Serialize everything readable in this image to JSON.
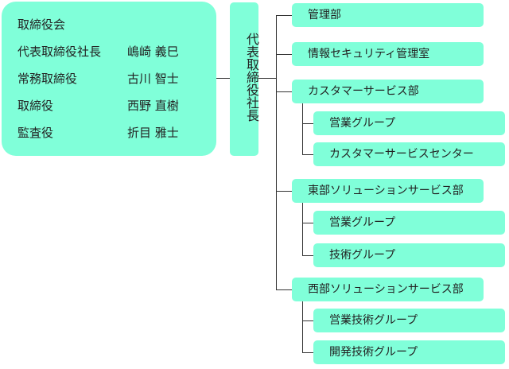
{
  "board": {
    "title": "取締役会",
    "members": [
      {
        "role": "代表取締役社長",
        "name": "嶋崎 義巳"
      },
      {
        "role": "常務取締役",
        "name": "古川 智士"
      },
      {
        "role": "取締役",
        "name": "西野 直樹"
      },
      {
        "role": "監査役",
        "name": "折目 雅士"
      }
    ]
  },
  "ceo": {
    "label": "代表取締役社長"
  },
  "departments": {
    "kanri": "管理部",
    "security": "情報セキュリティ管理室",
    "cs": "カスタマーサービス部",
    "cs_sales": "営業グループ",
    "cs_center": "カスタマーサービスセンター",
    "east": "東部ソリューションサービス部",
    "east_sales": "営業グループ",
    "east_tech": "技術グループ",
    "west": "西部ソリューションサービス部",
    "west_sales_tech": "営業技術グループ",
    "west_dev_tech": "開発技術グループ"
  }
}
